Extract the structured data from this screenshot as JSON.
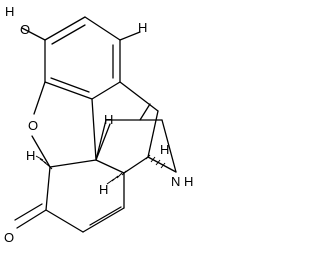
{
  "labels": {
    "hydroxyl_oxygen": "O",
    "hydroxyl_hydrogen": "H",
    "ether_oxygen": "O",
    "ketone_oxygen": "O",
    "nitrogen": "N",
    "nitrogen_hydrogen": "H",
    "stereo_hydrogen_ring_junction": "H",
    "stereo_hydrogen_c5": "H",
    "stereo_hydrogen_c14": "H",
    "stereo_hydrogen_c9": "H",
    "stereo_hydrogen_aromatic": "H"
  }
}
